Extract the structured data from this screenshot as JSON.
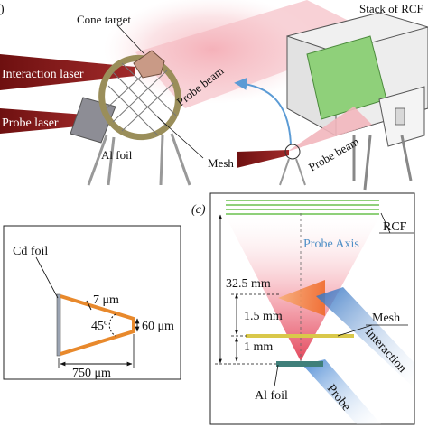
{
  "colors": {
    "laser_dark_red": "#7a1414",
    "probe_pink": "#f2b6bd",
    "cone_orange": "#f2874a",
    "probe_axis_blue": "#4f8fc6",
    "rcf_green": "#8fd07a",
    "frame_olive": "#9a8e5a",
    "orange_trace": "#e8892c",
    "al_foil_teal": "#3f7f7a"
  },
  "panel_a": {
    "label_a": ")",
    "cone_target": "Cone target",
    "stack_of_rcf": "Stack of RCF",
    "interaction_laser": "Interaction laser",
    "probe_laser": "Probe laser",
    "probe_beam_upper": "Probe beam",
    "probe_beam_lower": "Probe beam",
    "al_foil": "Al foil",
    "mesh": "Mesh"
  },
  "panel_b": {
    "cd_foil": "Cd foil",
    "thickness": "7 μm",
    "angle": "45º",
    "tip_width": "60 μm",
    "length": "750 μm"
  },
  "panel_c": {
    "label": "(c)",
    "rcf": "RCF",
    "probe_axis": "Probe Axis",
    "dist_total": "32.5 mm",
    "dist_mid": "1.5 mm",
    "dist_low": "1 mm",
    "mesh": "Mesh",
    "interaction": "Interaction",
    "al_foil": "Al foil",
    "probe": "Probe"
  }
}
